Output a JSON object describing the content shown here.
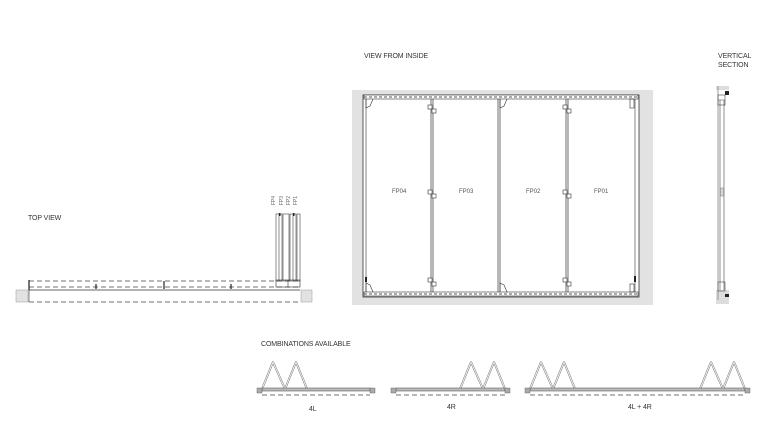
{
  "views": {
    "top_view": {
      "title": "TOP VIEW",
      "stack_labels": [
        "FP4",
        "FP3",
        "FP2",
        "FP1"
      ]
    },
    "view_from_inside": {
      "title": "VIEW FROM INSIDE",
      "panels": [
        {
          "id": "FP04"
        },
        {
          "id": "FP03"
        },
        {
          "id": "FP02"
        },
        {
          "id": "FP01"
        }
      ]
    },
    "vertical_section": {
      "title_line1": "VERTICAL",
      "title_line2": "SECTION"
    },
    "combinations": {
      "title": "COMBINATIONS AVAILABLE",
      "options": [
        {
          "label": "4L"
        },
        {
          "label": "4R"
        },
        {
          "label": "4L + 4R"
        }
      ]
    }
  },
  "colors": {
    "line": "#333333",
    "wall_fill": "#e2e2e2",
    "panel_fill": "#ffffff",
    "frame_gray": "#9a9a9a"
  }
}
